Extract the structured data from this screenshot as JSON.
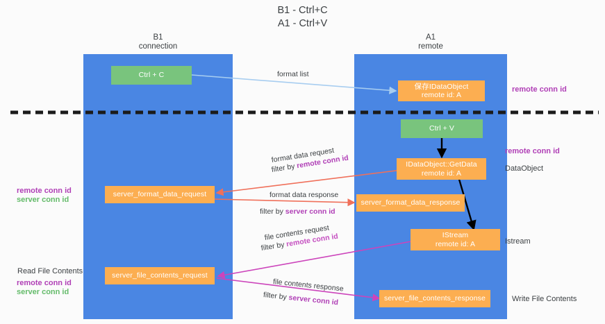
{
  "title": {
    "line1": "B1 - Ctrl+C",
    "line2": "A1 - Ctrl+V"
  },
  "columns": [
    {
      "name": "B1",
      "sub": "connection"
    },
    {
      "name": "A1",
      "sub": "remote"
    }
  ],
  "nodes": {
    "ctrl_c": {
      "label": "Ctrl + C"
    },
    "ctrl_v": {
      "label": "Ctrl + V"
    },
    "save_dataobject": {
      "line1": "保存IDataObject",
      "line2": "remote id: A"
    },
    "getdata": {
      "line1": "IDataObject::GetData",
      "line2": "remote id: A"
    },
    "istream": {
      "line1": "IStream",
      "line2": "remote id: A"
    },
    "server_format_data_request": {
      "label": "server_format_data_request"
    },
    "server_format_data_response": {
      "label": "server_format_data_response"
    },
    "server_file_contents_request": {
      "label": "server_file_contents_request"
    },
    "server_file_contents_response": {
      "label": "server_file_contents_response"
    }
  },
  "right_labels": {
    "remote_conn_id_top": "remote conn id",
    "remote_conn_id_mid": "remote conn id",
    "dataobject": "DataObject",
    "istream": "Istream",
    "write_file_contents": "Write File Contents"
  },
  "left_labels": {
    "remote_conn_id_1": "remote conn id",
    "server_conn_id_1": "server conn id",
    "read_file_contents": "Read File Contents",
    "remote_conn_id_2": "remote conn id",
    "server_conn_id_2": "server conn id"
  },
  "edges": {
    "format_list": "format list",
    "format_data_request": "format data request",
    "format_data_request_filter_pre": "filter by ",
    "format_data_request_filter_key": "remote conn id",
    "format_data_response": "format data response",
    "format_data_response_filter_pre": "filter by ",
    "format_data_response_filter_key": "server conn id",
    "file_contents_request": "file contents request",
    "file_contents_request_filter_pre": "filter by ",
    "file_contents_request_filter_key": "remote conn id",
    "file_contents_response": "file contents response",
    "file_contents_response_filter_pre": "filter by ",
    "file_contents_response_filter_key": "server conn id"
  },
  "colors": {
    "lane": "#4a86e3",
    "green_node": "#79c47d",
    "orange_node": "#fcae51",
    "purple": "#b03fb6",
    "green_text": "#64bb6a",
    "arrow_blue": "#a7cdf0",
    "arrow_red": "#f0705a",
    "arrow_magenta": "#cc44bb",
    "arrow_black": "#000000",
    "divider": "#1b1b1b"
  }
}
